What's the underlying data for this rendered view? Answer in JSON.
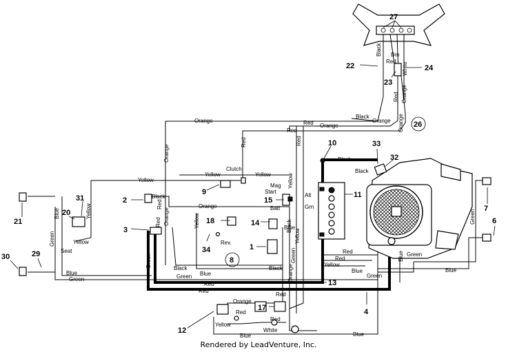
{
  "wires": {
    "black_top": "Black",
    "brn": "Brn",
    "red_top": "Red",
    "white_top": "White",
    "orange_top1": "Orange",
    "orange_top2": "Orange",
    "red_right_vert": "Red",
    "orange_right_vert": "Orange",
    "black_horiz": "Black",
    "orange_horiz_right": "Orange",
    "red_horiz1": "Red",
    "orange_horiz2": "Orange",
    "orange_long": "Orange",
    "red_mid": "Red",
    "orange_vert_left": "Orange",
    "red_vert_center": "Red",
    "red_vert_right": "Red",
    "black_engine": "Black",
    "black_solenoid": "Black",
    "clutch": "Clutch",
    "yellow_clutch": "Yellow",
    "yellow_left": "Yellow",
    "yellow_clutch2": "Yellow",
    "mag": "Mag",
    "start": "Start",
    "batt": "Batt",
    "alt": "Alt",
    "grn": "Grn",
    "black_2": "Black",
    "red_2": "Red",
    "orange_2": "Orange",
    "yellow_31": "Yellow",
    "yellow_seat": "Yellow",
    "seat": "Seat",
    "blue_left": "Blue",
    "green_left": "Green",
    "orange_3": "Orange",
    "red_3": "Red",
    "green_3": "Green",
    "yellow_18": "Yellow",
    "rev": "Rev.",
    "black_8": "Black",
    "blue_key": "Blue",
    "orange_key": "Orange",
    "yellow_key": "Yellow",
    "blue_14": "Blue",
    "black_14": "Black",
    "yellow_vert_center": "Yellow",
    "orange_under": "Orange",
    "green_under": "Green",
    "red_eng1": "Red",
    "red_eng2": "Red",
    "yellow_eng": "Yellow",
    "blue_eng": "Blue",
    "green_eng": "Green",
    "green_right": "Green",
    "blue_right1": "Blue",
    "blue_right2": "Blue",
    "blue_bot1": "Blue",
    "green_bot1": "Green",
    "green_bot2": "Green",
    "blue_bot2": "Blue",
    "red_bot1": "Red",
    "red_bot2": "Red",
    "red_bot3": "Red",
    "orange_bot": "Orange",
    "blue_center_bot": "Blue",
    "red_12": "Red",
    "yellow_12": "Yellow",
    "red_17": "Red",
    "white_bot": "White",
    "blue_bot_long": "Blue"
  },
  "callouts": [
    "27",
    "22",
    "23",
    "24",
    "26",
    "10",
    "33",
    "32",
    "9",
    "2",
    "15",
    "11",
    "31",
    "20",
    "18",
    "14",
    "3",
    "21",
    "34",
    "1",
    "7",
    "6",
    "8",
    "30",
    "29",
    "13",
    "4",
    "12",
    "17"
  ],
  "footer": {
    "credit": "Rendered by LeadVenture, Inc."
  }
}
